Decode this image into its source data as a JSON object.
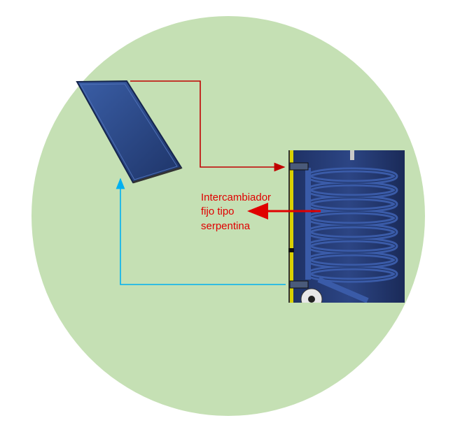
{
  "diagram": {
    "label": {
      "line1": "Intercambiador",
      "line2": "fijo tipo",
      "line3": "serpentina"
    }
  },
  "colors": {
    "background_circle": "#c5e0b4",
    "panel_blue": "#2e4a86",
    "panel_dark": "#1c2f5a",
    "tank_blue": "#243a73",
    "coil_blue": "#2f4f9a",
    "hot_pipe": "#c00000",
    "cold_pipe": "#00b0f0",
    "label_red": "#e00000",
    "yellow_band": "#d9d000"
  }
}
